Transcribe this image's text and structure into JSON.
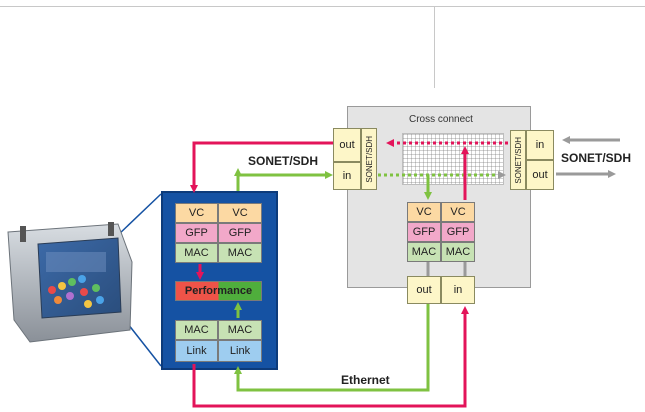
{
  "cross_connect": {
    "title": "Cross connect"
  },
  "sonet_left": {
    "label": "SONET/SDH"
  },
  "sonet_right": {
    "label": "SONET/SDH"
  },
  "ethernet": {
    "label": "Ethernet"
  },
  "left_card": {
    "out": "out",
    "in": "in",
    "vertical": "SONET/SDH"
  },
  "right_card": {
    "in": "in",
    "out": "out",
    "vertical": "SONET/SDH"
  },
  "middle_stack": {
    "vc1": "VC",
    "vc2": "VC",
    "gfp1": "GFP",
    "gfp2": "GFP",
    "mac1": "MAC",
    "mac2": "MAC",
    "out": "out",
    "in": "in"
  },
  "tester_stack": {
    "vc1": "VC",
    "vc2": "VC",
    "gfp1": "GFP",
    "gfp2": "GFP",
    "mac1": "MAC",
    "mac2": "MAC",
    "performance": "Performance",
    "mac3": "MAC",
    "mac4": "MAC",
    "link1": "Link",
    "link2": "Link"
  },
  "colors": {
    "red_arrow": "#e3145a",
    "green_arrow": "#7fc241",
    "gray_arrow": "#9a9a9a",
    "panel_blue": "#1552a3"
  }
}
